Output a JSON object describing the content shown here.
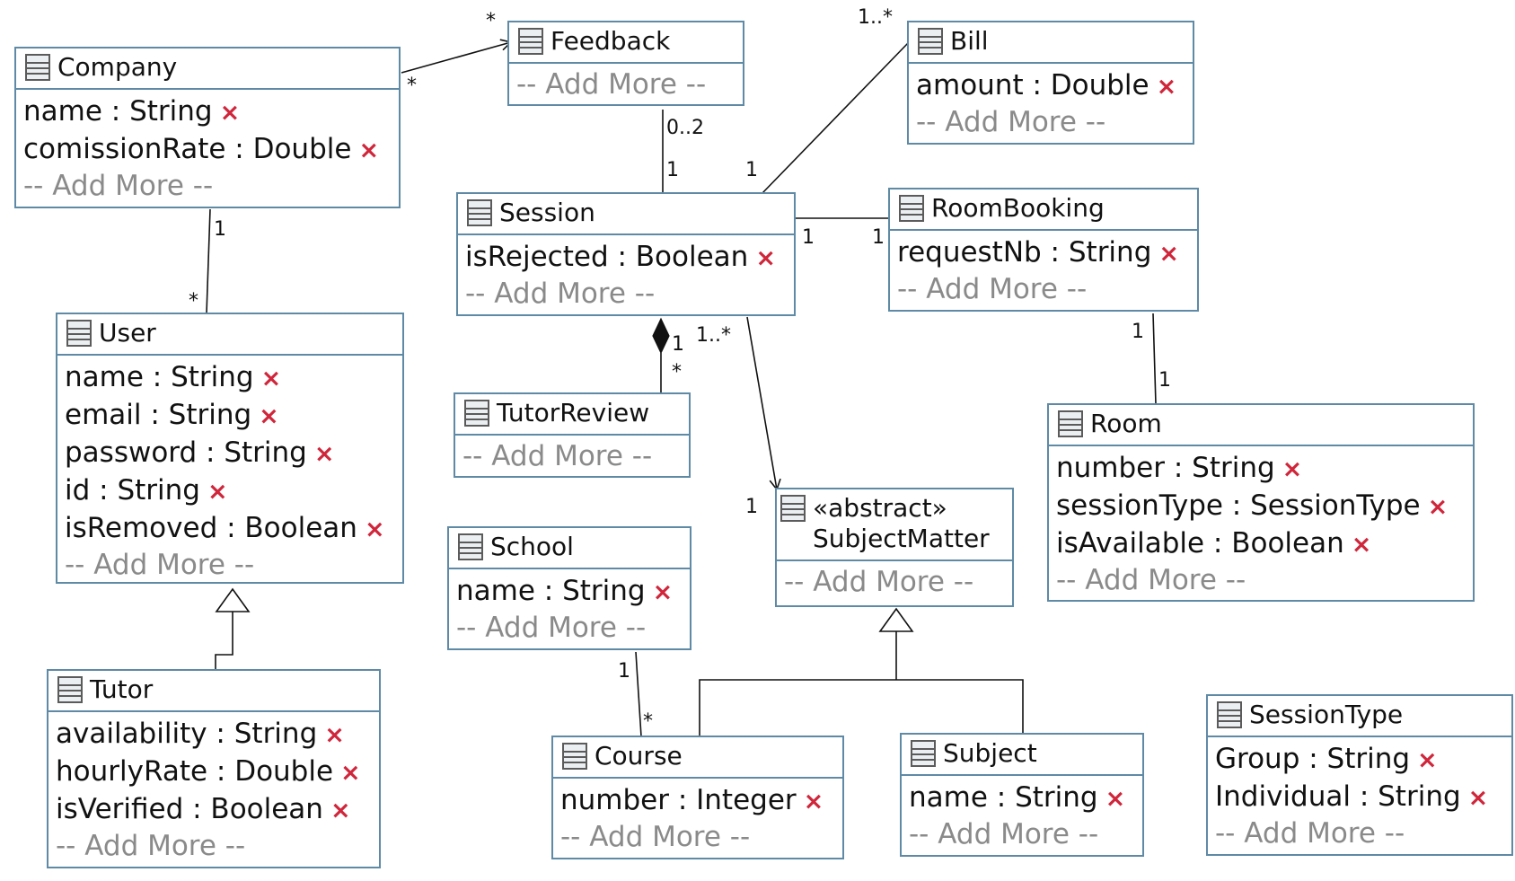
{
  "add_more_label": "-- Add More --",
  "colors": {
    "border": "#5f8aa6",
    "delete": "#d0263b",
    "muted": "#8a8a8a",
    "line": "#111111"
  },
  "classes": {
    "company": {
      "name": "Company",
      "attributes": [
        {
          "text": "name : String"
        },
        {
          "text": "comissionRate : Double"
        }
      ]
    },
    "feedback": {
      "name": "Feedback",
      "attributes": []
    },
    "bill": {
      "name": "Bill",
      "attributes": [
        {
          "text": "amount : Double"
        }
      ]
    },
    "session": {
      "name": "Session",
      "attributes": [
        {
          "text": "isRejected : Boolean"
        }
      ]
    },
    "roombooking": {
      "name": "RoomBooking",
      "attributes": [
        {
          "text": "requestNb : String"
        }
      ]
    },
    "user": {
      "name": "User",
      "attributes": [
        {
          "text": "name : String"
        },
        {
          "text": "email : String"
        },
        {
          "text": "password : String"
        },
        {
          "text": "id : String"
        },
        {
          "text": "isRemoved : Boolean"
        }
      ]
    },
    "tutorreview": {
      "name": "TutorReview",
      "attributes": []
    },
    "room": {
      "name": "Room",
      "attributes": [
        {
          "text": "number : String"
        },
        {
          "text": "sessionType : SessionType"
        },
        {
          "text": "isAvailable : Boolean"
        }
      ]
    },
    "school": {
      "name": "School",
      "attributes": [
        {
          "text": "name : String"
        }
      ]
    },
    "subjectmatter": {
      "stereotype": "«abstract»",
      "name": "SubjectMatter",
      "attributes": []
    },
    "tutor": {
      "name": "Tutor",
      "attributes": [
        {
          "text": "availability : String"
        },
        {
          "text": "hourlyRate : Double"
        },
        {
          "text": "isVerified : Boolean"
        }
      ]
    },
    "course": {
      "name": "Course",
      "attributes": [
        {
          "text": "number : Integer"
        }
      ]
    },
    "subject": {
      "name": "Subject",
      "attributes": [
        {
          "text": "name : String"
        }
      ]
    },
    "sessiontype": {
      "name": "SessionType",
      "attributes": [
        {
          "text": "Group : String"
        },
        {
          "text": "Individual : String"
        }
      ]
    }
  },
  "multiplicities": {
    "company_feedback_company": "*",
    "company_feedback_feedback": "*",
    "feedback_session_feedback": "0..2",
    "feedback_session_session": "1",
    "bill_session_bill": "1..*",
    "bill_session_session": "1",
    "session_roombooking_session": "1",
    "session_roombooking_roombooking": "1",
    "company_user_company": "1",
    "company_user_user": "*",
    "session_tutorreview_session": "1",
    "session_tutorreview_tutorreview": "*",
    "session_subjectmatter_session": "1..*",
    "session_subjectmatter_subjectmatter": "1",
    "roombooking_room_roombooking": "1",
    "roombooking_room_room": "1",
    "school_course_school": "1",
    "school_course_course": "*"
  }
}
